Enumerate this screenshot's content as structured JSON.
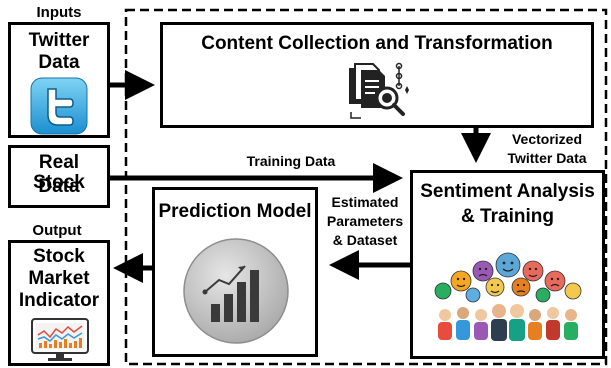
{
  "labels": {
    "inputs": "Inputs",
    "output": "Output"
  },
  "nodes": {
    "twitter": {
      "line1": "Twitter",
      "line2": "Data"
    },
    "stock": {
      "line1": "Real Stock",
      "line2": "Data"
    },
    "content": {
      "title": "Content Collection and Transformation"
    },
    "sentiment": {
      "line1": "Sentiment Analysis",
      "line2": "& Training"
    },
    "prediction": {
      "title": "Prediction Model"
    },
    "indicator": {
      "line1": "Stock",
      "line2": "Market",
      "line3": "Indicator"
    }
  },
  "edges": {
    "training_data": "Training Data",
    "vectorized": {
      "line1": "Vectorized",
      "line2": "Twitter Data"
    },
    "estimated": {
      "line1": "Estimated",
      "line2": "Parameters",
      "line3": "& Dataset"
    }
  },
  "colors": {
    "twitter_blue": "#2fa9e0",
    "chart_dark": "#3a3a3a",
    "circle_gray": "#c4c4c4",
    "emoji_colors": [
      "#f5a623",
      "#e86a5c",
      "#5aa7d8",
      "#f2c94c",
      "#9b59b6",
      "#27ae60",
      "#e67e22",
      "#5dade2"
    ]
  }
}
